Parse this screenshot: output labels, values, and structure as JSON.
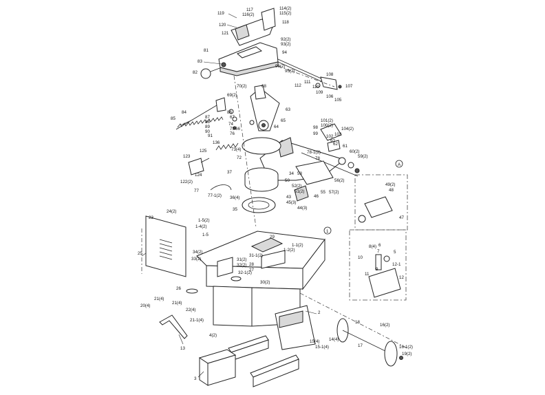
{
  "labels": {
    "p117": "117",
    "p116": "116(2)",
    "p114": "114(2)",
    "p115": "115(2)",
    "p118": "118",
    "p119": "119",
    "p120": "120",
    "p121": "121",
    "p92": "92(2)",
    "p93": "93(2)",
    "p81": "81",
    "p94": "94",
    "p83": "83",
    "p96": "96(2)",
    "p95": "95(2)",
    "p82": "82",
    "p108": "108",
    "p111": "111",
    "p112": "112",
    "p110": "110",
    "p107": "107",
    "p109": "109",
    "p106": "106",
    "p105": "105",
    "p70": "70(2)",
    "p68": "68",
    "p69": "69(2)",
    "p84": "84",
    "p63": "63",
    "p86": "86",
    "p87": "87",
    "p67": "67",
    "p88": "88",
    "p74": "74",
    "p89": "89",
    "p75": "75",
    "p65": "65",
    "p64": "64",
    "p66": "66",
    "p85": "85",
    "p90": "90",
    "p91": "91",
    "p76": "76",
    "p101": "101(2)",
    "p100": "100(2)",
    "p98": "98",
    "p99": "99",
    "p102": "102",
    "p103": "103",
    "p104": "104(2)",
    "p97": "97",
    "p62": "62",
    "p61": "61",
    "p60": "60(2)",
    "p59": "59(2)",
    "p136": "136",
    "p73": "73(4)",
    "p72": "72",
    "p78a": "78-1(2)",
    "p78": "78",
    "p125": "125",
    "p123": "123",
    "p124": "124",
    "p122": "122(2)",
    "p37": "37",
    "p34": "34",
    "p50": "50",
    "p53": "53",
    "p56": "56(2)",
    "p52": "52(2)",
    "p51": "51(2)",
    "p55": "55",
    "p57": "57(2)",
    "p43": "43",
    "p45": "45(3)",
    "p46": "46",
    "p44": "44(3)",
    "p77": "77",
    "p77a": "77-1(2)",
    "p36": "36(4)",
    "p35": "35",
    "pA": "A",
    "p49": "49(2)",
    "p48": "48",
    "p47": "47",
    "p24": "24(2)",
    "p23": "23",
    "p15a": "1-5(2)",
    "p14a": "1-4(2)",
    "p15": "1-5",
    "p1": "1",
    "p29": "29",
    "p11a": "1-1(2)",
    "p12a": "1-2(2)",
    "p34b": "34(2)",
    "p33": "33(2)",
    "p31": "31(2)",
    "p31a": "31-1(2)",
    "p32": "32(2)",
    "p28": "28",
    "p32a": "32-1(2)",
    "p27": "27",
    "p30": "30(2)",
    "p25": "25",
    "p26": "26",
    "p21a": "21(4)",
    "p21b": "21(4)",
    "p20": "20(4)",
    "p22": "22(4)",
    "p21c": "21-1(4)",
    "p13": "13",
    "p8": "8(4)",
    "p6": "6",
    "p7": "7",
    "p5": "5",
    "p10": "10",
    "p11": "11",
    "p121b": "12-1",
    "p9": "9",
    "p12": "12",
    "p2": "2",
    "p4": "4(2)",
    "p18": "18",
    "p16": "16(2)",
    "p15b": "15(4)",
    "p14": "14(4)",
    "p151": "15-1(4)",
    "p17": "17",
    "p161": "16-1(2)",
    "p19": "19(2)",
    "p3": "3"
  }
}
